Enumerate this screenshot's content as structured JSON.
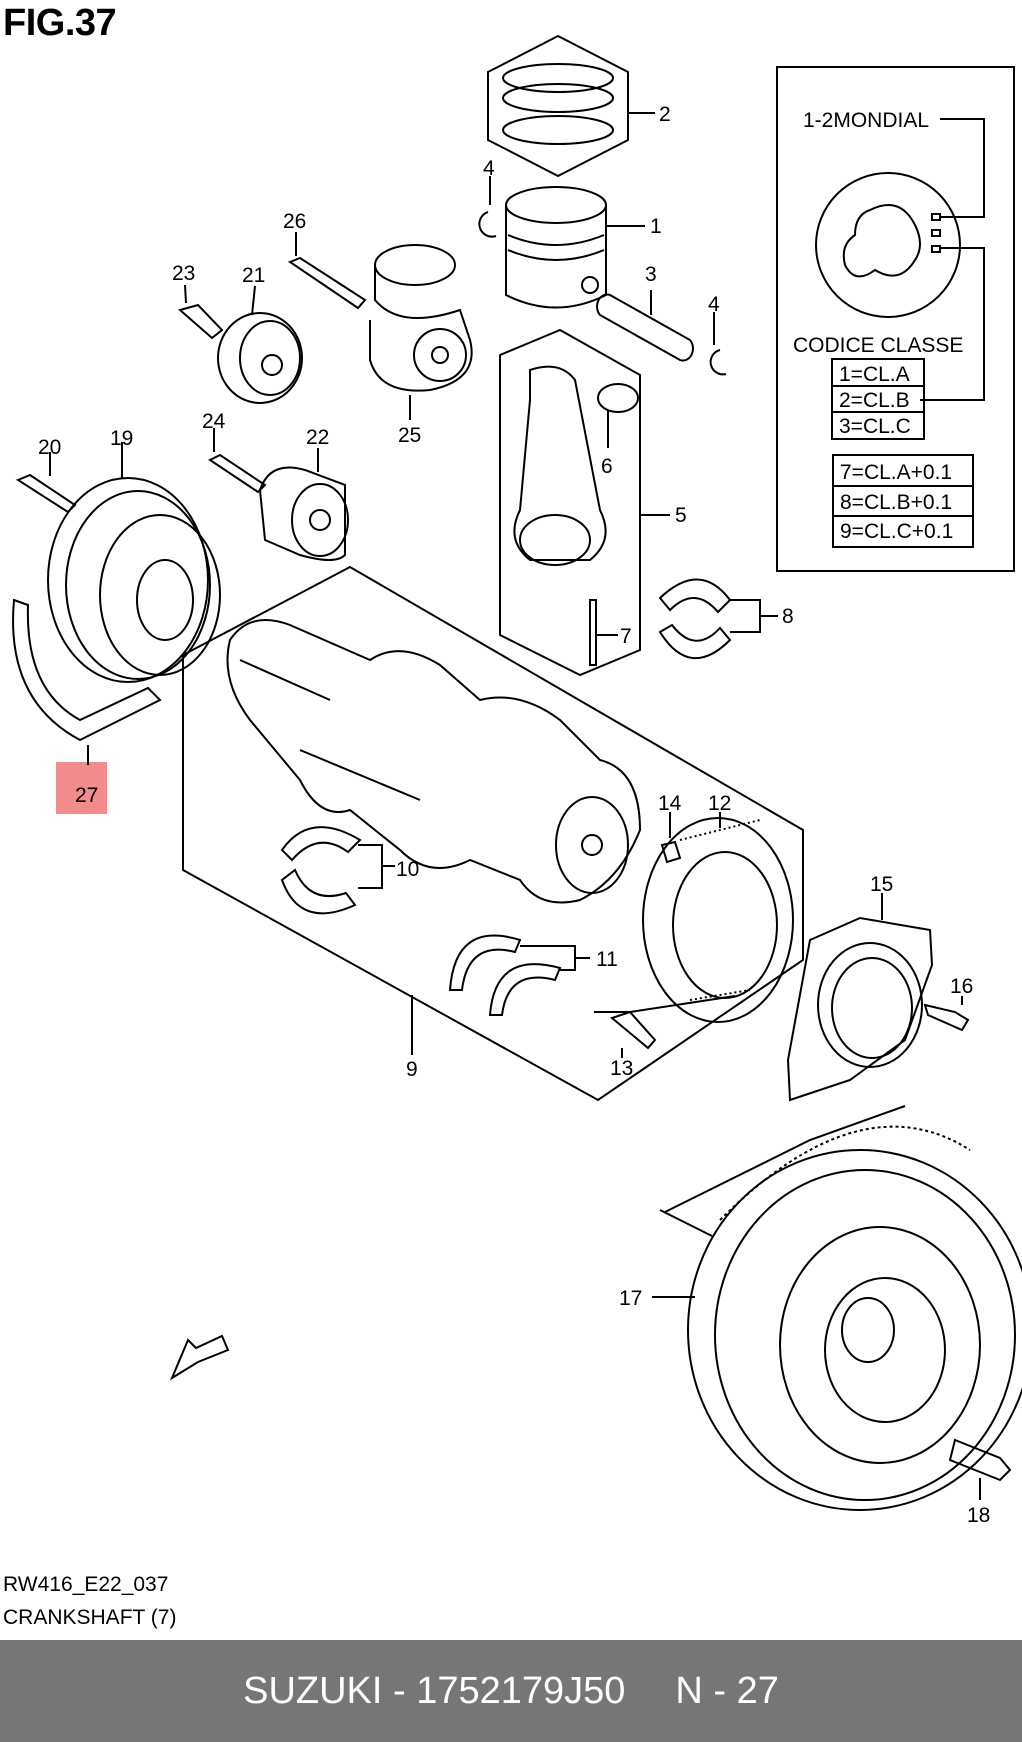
{
  "figure": {
    "title": "FIG.37",
    "code": "RW416_E22_037",
    "caption": "CRANKSHAFT (7)"
  },
  "legend": {
    "mondial": "1-2MONDIAL",
    "codice_title": "CODICE CLASSE",
    "classes": [
      "1=CL.A",
      "2=CL.B",
      "3=CL.C"
    ],
    "oversize_classes": [
      "7=CL.A+0.1",
      "8=CL.B+0.1",
      "9=CL.C+0.1"
    ]
  },
  "callouts": [
    "1",
    "2",
    "3",
    "4",
    "4",
    "5",
    "6",
    "7",
    "8",
    "9",
    "10",
    "11",
    "12",
    "13",
    "14",
    "15",
    "16",
    "17",
    "18",
    "19",
    "20",
    "21",
    "22",
    "23",
    "24",
    "25",
    "26",
    "27"
  ],
  "highlight": {
    "part": "27",
    "color": "#f28b8b"
  },
  "footer": {
    "brand_part": "SUZUKI - 1752179J50",
    "ref": "N - 27",
    "background": "#767676"
  }
}
